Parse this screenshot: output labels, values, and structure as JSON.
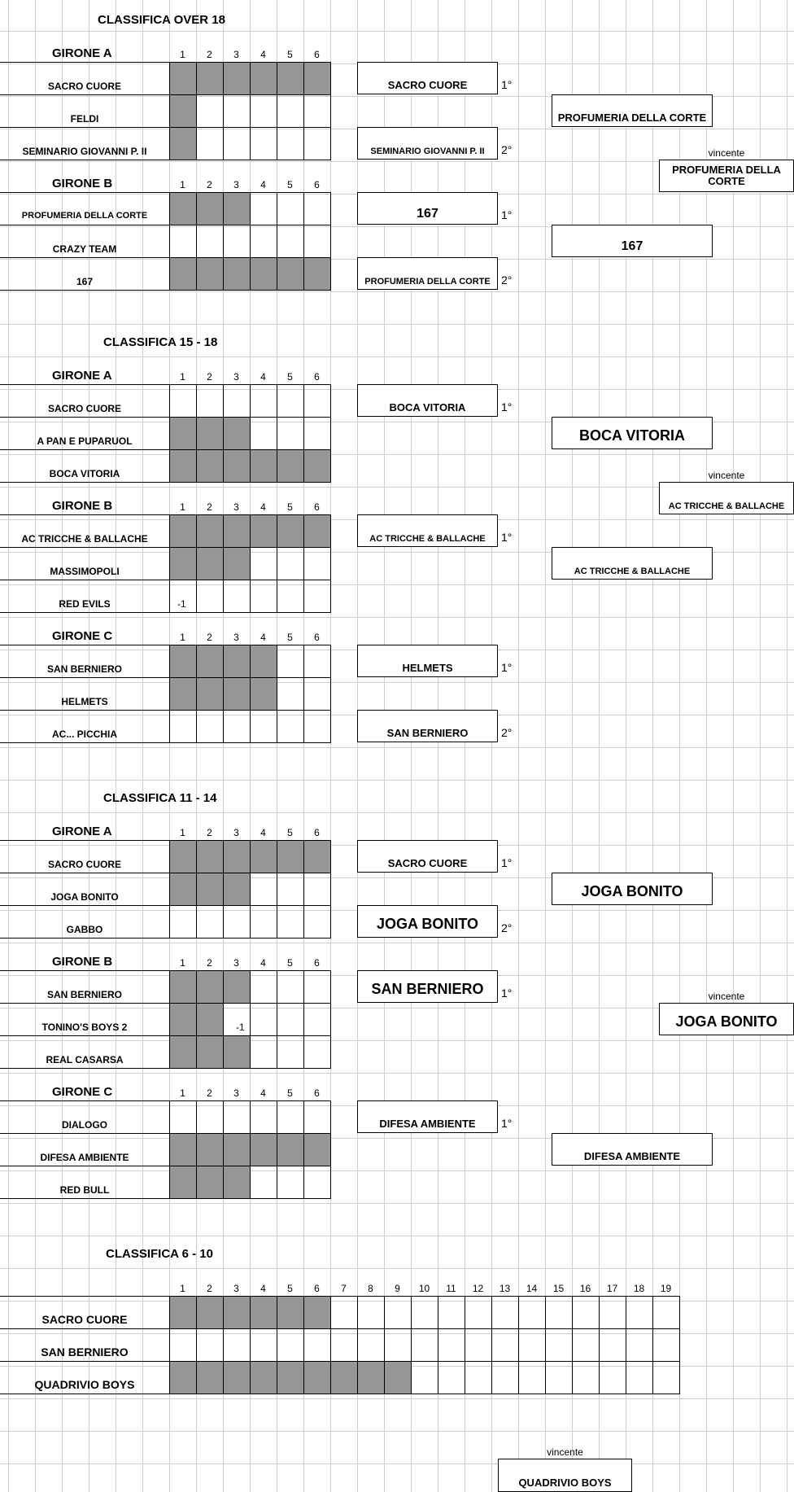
{
  "sections": [
    {
      "title": "CLASSIFICA OVER 18",
      "groups": [
        {
          "name": "GIRONE  A",
          "columns": [
            "1",
            "2",
            "3",
            "4",
            "5",
            "6"
          ],
          "teams": [
            {
              "name": "SACRO CUORE",
              "filled": 6,
              "note": ""
            },
            {
              "name": "FELDI",
              "filled": 1,
              "note": ""
            },
            {
              "name": "SEMINARIO GIOVANNI P. II",
              "filled": 1,
              "note": ""
            }
          ],
          "results": [
            {
              "team": "SACRO CUORE",
              "rank": "1°"
            },
            {
              "team": "SEMINARIO GIOVANNI P. II",
              "rank": "2°"
            }
          ]
        },
        {
          "name": "GIRONE  B",
          "columns": [
            "1",
            "2",
            "3",
            "4",
            "5",
            "6"
          ],
          "teams": [
            {
              "name": "PROFUMERIA DELLA CORTE",
              "filled": 3,
              "note": ""
            },
            {
              "name": "CRAZY TEAM",
              "filled": 0,
              "note": ""
            },
            {
              "name": "167",
              "filled": 6,
              "note": ""
            }
          ],
          "results": [
            {
              "team": "167",
              "rank": "1°"
            },
            {
              "team": "PROFUMERIA DELLA CORTE",
              "rank": "2°"
            }
          ]
        }
      ],
      "semifinals": [
        "PROFUMERIA DELLA CORTE",
        "167"
      ],
      "winner_label": "vincente",
      "winner": "PROFUMERIA DELLA CORTE"
    },
    {
      "title": "CLASSIFICA 15 - 18",
      "groups": [
        {
          "name": "GIRONE  A",
          "columns": [
            "1",
            "2",
            "3",
            "4",
            "5",
            "6"
          ],
          "teams": [
            {
              "name": "SACRO CUORE",
              "filled": 0,
              "note": ""
            },
            {
              "name": "A PAN E PUPARUOL",
              "filled": 3,
              "note": ""
            },
            {
              "name": "BOCA VITORIA",
              "filled": 6,
              "note": ""
            }
          ],
          "results": [
            {
              "team": "BOCA VITORIA",
              "rank": "1°"
            }
          ]
        },
        {
          "name": "GIRONE  B",
          "columns": [
            "1",
            "2",
            "3",
            "4",
            "5",
            "6"
          ],
          "teams": [
            {
              "name": "AC TRICCHE & BALLACHE",
              "filled": 6,
              "note": ""
            },
            {
              "name": "MASSIMOPOLI",
              "filled": 3,
              "note": ""
            },
            {
              "name": "RED EVILS",
              "filled": 0,
              "note": "-1"
            }
          ],
          "results": [
            {
              "team": "AC TRICCHE & BALLACHE",
              "rank": "1°"
            }
          ]
        },
        {
          "name": "GIRONE  C",
          "columns": [
            "1",
            "2",
            "3",
            "4",
            "5",
            "6"
          ],
          "teams": [
            {
              "name": "SAN BERNIERO",
              "filled": 4,
              "note": ""
            },
            {
              "name": "HELMETS",
              "filled": 4,
              "note": ""
            },
            {
              "name": "AC... PICCHIA",
              "filled": 0,
              "note": ""
            }
          ],
          "results": [
            {
              "team": "HELMETS",
              "rank": "1°"
            },
            {
              "team": "SAN BERNIERO",
              "rank": "2°"
            }
          ]
        }
      ],
      "semifinals": [
        "BOCA VITORIA",
        "AC TRICCHE & BALLACHE"
      ],
      "winner_label": "vincente",
      "winner": "AC TRICCHE & BALLACHE"
    },
    {
      "title": "CLASSIFICA 11 - 14",
      "groups": [
        {
          "name": "GIRONE  A",
          "columns": [
            "1",
            "2",
            "3",
            "4",
            "5",
            "6"
          ],
          "teams": [
            {
              "name": "SACRO CUORE",
              "filled": 6,
              "note": ""
            },
            {
              "name": "JOGA BONITO",
              "filled": 3,
              "note": ""
            },
            {
              "name": "GABBO",
              "filled": 0,
              "note": ""
            }
          ],
          "results": [
            {
              "team": "SACRO CUORE",
              "rank": "1°"
            },
            {
              "team": "JOGA BONITO",
              "rank": "2°"
            }
          ]
        },
        {
          "name": "GIRONE  B",
          "columns": [
            "1",
            "2",
            "3",
            "4",
            "5",
            "6"
          ],
          "teams": [
            {
              "name": "SAN BERNIERO",
              "filled": 3,
              "note": ""
            },
            {
              "name": "TONINO'S BOYS 2",
              "filled": 2,
              "note": "-1"
            },
            {
              "name": "REAL CASARSA",
              "filled": 3,
              "note": ""
            }
          ],
          "results": [
            {
              "team": "SAN BERNIERO",
              "rank": "1°"
            }
          ]
        },
        {
          "name": "GIRONE  C",
          "columns": [
            "1",
            "2",
            "3",
            "4",
            "5",
            "6"
          ],
          "teams": [
            {
              "name": "DIALOGO",
              "filled": 0,
              "note": ""
            },
            {
              "name": "DIFESA AMBIENTE",
              "filled": 6,
              "note": ""
            },
            {
              "name": "RED BULL",
              "filled": 3,
              "note": ""
            }
          ],
          "results": [
            {
              "team": "DIFESA AMBIENTE",
              "rank": "1°"
            }
          ]
        }
      ],
      "semifinals": [
        "JOGA BONITO",
        "DIFESA AMBIENTE"
      ],
      "winner_label": "vincente",
      "winner": "JOGA BONITO"
    },
    {
      "title": "CLASSIFICA  6 - 10",
      "columns": [
        "1",
        "2",
        "3",
        "4",
        "5",
        "6",
        "7",
        "8",
        "9",
        "10",
        "11",
        "12",
        "13",
        "14",
        "15",
        "16",
        "17",
        "18",
        "19"
      ],
      "teams": [
        {
          "name": "SACRO CUORE",
          "filled": 6
        },
        {
          "name": "SAN BERNIERO",
          "filled": 0
        },
        {
          "name": "QUADRIVIO BOYS",
          "filled": 9
        }
      ],
      "winner_label": "vincente",
      "winner": "QUADRIVIO BOYS"
    }
  ]
}
